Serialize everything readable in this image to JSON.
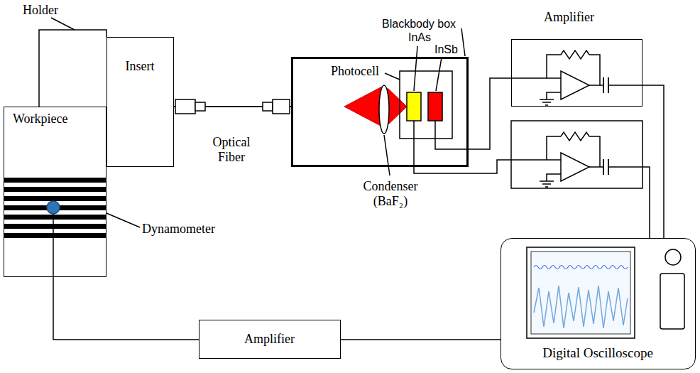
{
  "diagram": {
    "nodes": [
      {
        "text": [
          "Insert"
        ]
      },
      {
        "text": [
          "Workpiece"
        ]
      },
      {
        "text": [
          "Blackbody box"
        ]
      },
      {
        "text": [
          "Amplifier"
        ]
      },
      {
        "text": [
          "Amplifier"
        ]
      },
      {
        "text": [
          "Digital Oscilloscope"
        ]
      }
    ],
    "edges": [
      {
        "from": 0,
        "to": 2,
        "arrow": "none"
      },
      {
        "from": 2,
        "to": 3,
        "arrow": "none"
      },
      {
        "from": 3,
        "to": 5,
        "arrow": "none"
      },
      {
        "from": 1,
        "to": 4,
        "arrow": "none"
      },
      {
        "from": 4,
        "to": 5,
        "arrow": "none"
      }
    ],
    "labels": [
      "Holder",
      "Optical Fiber",
      "Photocell",
      "InAs",
      "InSb",
      "Condenser (BaF₂)",
      "Dynamometer"
    ]
  }
}
